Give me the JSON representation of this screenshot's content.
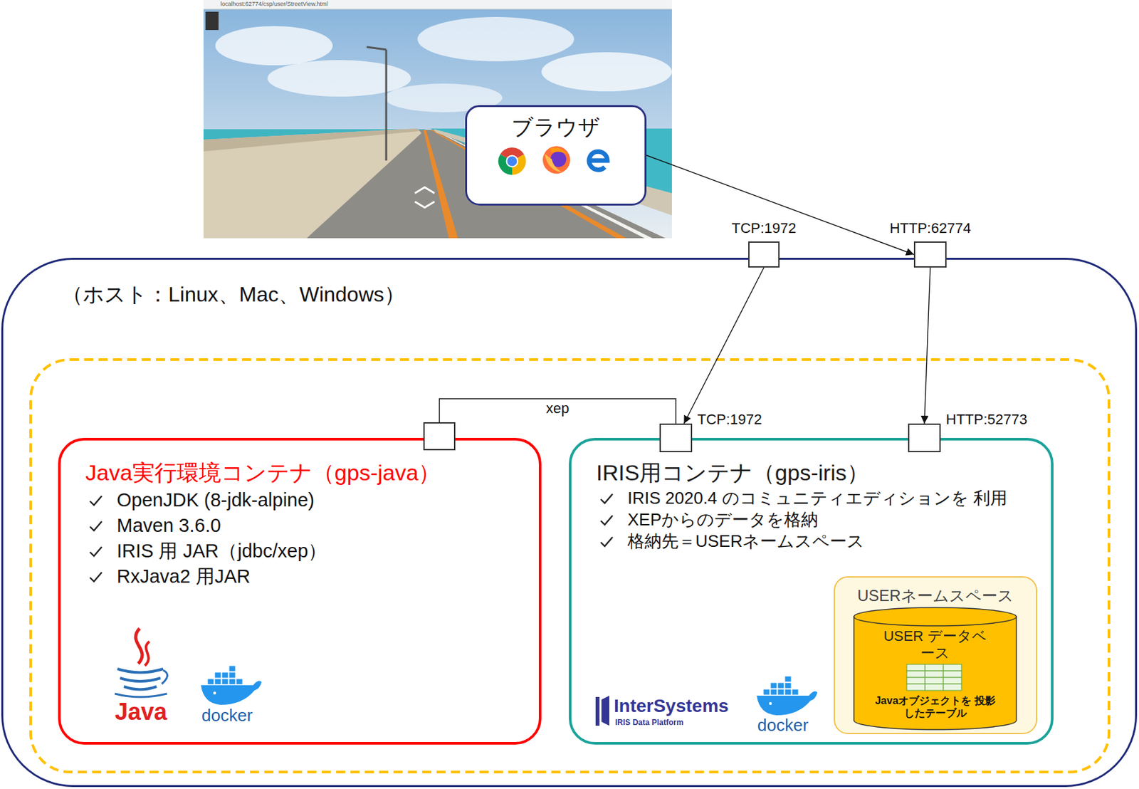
{
  "diagram": {
    "nodes": [
      {
        "text": [
          "ブラウザ"
        ]
      },
      {
        "text": [
          "（ホスト：Linux、Mac、Windows）"
        ]
      },
      {
        "text": [
          "TCP:1972"
        ],
        "in": 1
      },
      {
        "text": [
          "HTTP:62774"
        ],
        "in": 1
      },
      {
        "text": [
          "Java実行環境コンテナ（gps-java）",
          "OpenJDK (8-jdk-alpine)",
          "Maven 3.6.0",
          "IRIS 用 JAR（jdbc/xep）",
          "RxJava2 用JAR"
        ],
        "in": 1
      },
      {
        "text": [
          "IRIS用コンテナ（gps-iris）",
          "IRIS 2020.4 のコミュニティエディションを 利用",
          "XEPからのデータを格納",
          "格納先＝USERネームスペース"
        ],
        "in": 1
      },
      {
        "text": [
          "TCP:1972"
        ],
        "in": 5
      },
      {
        "text": [
          "HTTP:52773"
        ],
        "in": 5
      },
      {
        "text": [
          "USERネームスペース"
        ],
        "in": 5
      },
      {
        "text": [
          "USER データベース",
          "Javaオブジェクトを 投影したテーブル"
        ],
        "in": 8
      }
    ],
    "edges": [
      {
        "from": 0,
        "to": 3,
        "arrow": "to"
      },
      {
        "from": 2,
        "to": 6,
        "arrow": "to"
      },
      {
        "from": 3,
        "to": 7,
        "arrow": "to"
      },
      {
        "from": 4,
        "to": 6,
        "label": "xep",
        "arrow": "none"
      }
    ],
    "labels": [
      "localhost:62774/csp/user/StreetView.html",
      "Java",
      "docker",
      "InterSystems",
      "IRIS Data Platform",
      "docker"
    ]
  }
}
